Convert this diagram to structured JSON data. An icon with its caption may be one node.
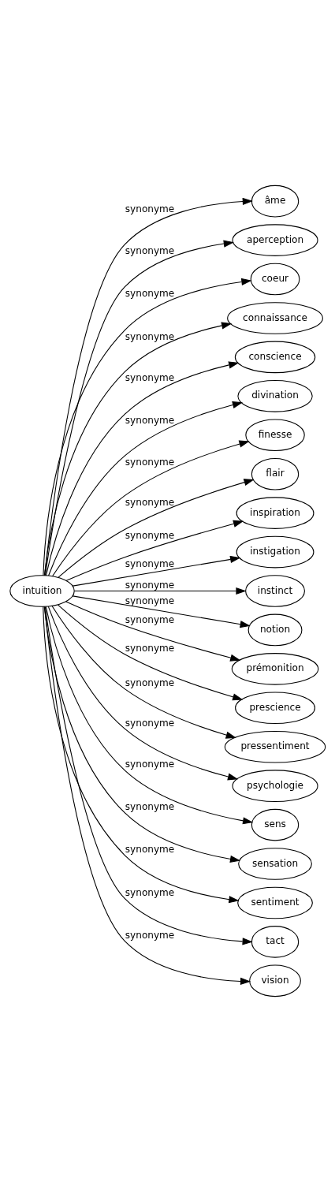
{
  "diagram": {
    "nodes": [
      {
        "text": [
          "intuition"
        ]
      },
      {
        "text": [
          "âme"
        ]
      },
      {
        "text": [
          "aperception"
        ]
      },
      {
        "text": [
          "coeur"
        ]
      },
      {
        "text": [
          "connaissance"
        ]
      },
      {
        "text": [
          "conscience"
        ]
      },
      {
        "text": [
          "divination"
        ]
      },
      {
        "text": [
          "finesse"
        ]
      },
      {
        "text": [
          "flair"
        ]
      },
      {
        "text": [
          "inspiration"
        ]
      },
      {
        "text": [
          "instigation"
        ]
      },
      {
        "text": [
          "instinct"
        ]
      },
      {
        "text": [
          "notion"
        ]
      },
      {
        "text": [
          "prémonition"
        ]
      },
      {
        "text": [
          "prescience"
        ]
      },
      {
        "text": [
          "pressentiment"
        ]
      },
      {
        "text": [
          "psychologie"
        ]
      },
      {
        "text": [
          "sens"
        ]
      },
      {
        "text": [
          "sensation"
        ]
      },
      {
        "text": [
          "sentiment"
        ]
      },
      {
        "text": [
          "tact"
        ]
      },
      {
        "text": [
          "vision"
        ]
      }
    ],
    "edges": [
      {
        "from": 0,
        "to": 1,
        "arrow": "to",
        "label": "synonyme"
      },
      {
        "from": 0,
        "to": 2,
        "arrow": "to",
        "label": "synonyme"
      },
      {
        "from": 0,
        "to": 3,
        "arrow": "to",
        "label": "synonyme"
      },
      {
        "from": 0,
        "to": 4,
        "arrow": "to",
        "label": "synonyme"
      },
      {
        "from": 0,
        "to": 5,
        "arrow": "to",
        "label": "synonyme"
      },
      {
        "from": 0,
        "to": 6,
        "arrow": "to",
        "label": "synonyme"
      },
      {
        "from": 0,
        "to": 7,
        "arrow": "to",
        "label": "synonyme"
      },
      {
        "from": 0,
        "to": 8,
        "arrow": "to",
        "label": "synonyme"
      },
      {
        "from": 0,
        "to": 9,
        "arrow": "to",
        "label": "synonyme"
      },
      {
        "from": 0,
        "to": 10,
        "arrow": "to",
        "label": "synonyme"
      },
      {
        "from": 0,
        "to": 11,
        "arrow": "to",
        "label": "synonyme"
      },
      {
        "from": 0,
        "to": 12,
        "arrow": "to",
        "label": "synonyme"
      },
      {
        "from": 0,
        "to": 13,
        "arrow": "to",
        "label": "synonyme"
      },
      {
        "from": 0,
        "to": 14,
        "arrow": "to",
        "label": "synonyme"
      },
      {
        "from": 0,
        "to": 15,
        "arrow": "to",
        "label": "synonyme"
      },
      {
        "from": 0,
        "to": 16,
        "arrow": "to",
        "label": "synonyme"
      },
      {
        "from": 0,
        "to": 17,
        "arrow": "to",
        "label": "synonyme"
      },
      {
        "from": 0,
        "to": 18,
        "arrow": "to",
        "label": "synonyme"
      },
      {
        "from": 0,
        "to": 19,
        "arrow": "to",
        "label": "synonyme"
      },
      {
        "from": 0,
        "to": 20,
        "arrow": "to",
        "label": "synonyme"
      },
      {
        "from": 0,
        "to": 21,
        "arrow": "to",
        "label": "synonyme"
      }
    ]
  }
}
